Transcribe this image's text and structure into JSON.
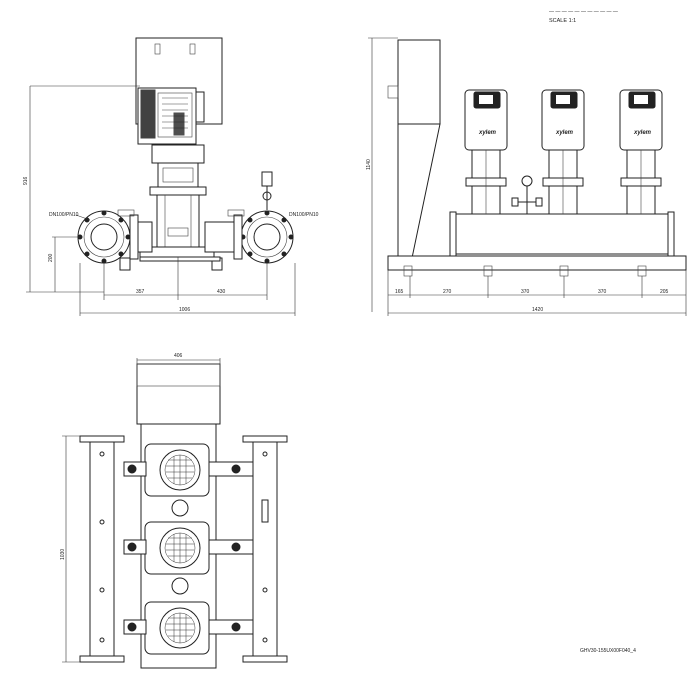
{
  "header": {
    "scale": "SCALE 1:1",
    "title_block_text": "— — — — — — — — — — —"
  },
  "front_view": {
    "height_dim": "916",
    "flange_left": "DN100/PN10",
    "flange_right": "DN100/PN10",
    "axis_height_dim": "200",
    "dim_left": "357",
    "dim_right": "430",
    "dim_total": "1006"
  },
  "side_view": {
    "height_dim": "1140",
    "brand": "xylem",
    "dims": [
      "165",
      "270",
      "370",
      "370",
      "205"
    ],
    "dim_total": "1420"
  },
  "top_view": {
    "width_dim": "406",
    "length_dim": "1030"
  },
  "footer": {
    "drawing_code": "GHV30-155UX00F040_4"
  },
  "colors": {
    "line": "#222222",
    "background": "#ffffff"
  }
}
